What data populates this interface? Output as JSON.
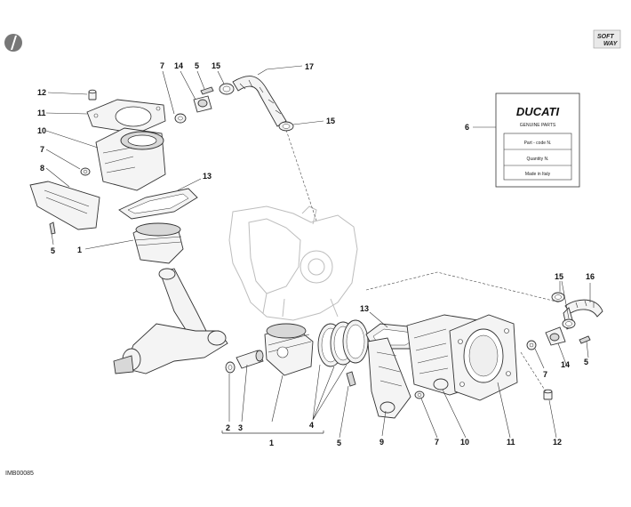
{
  "document": {
    "drawing_code": "IMB00085",
    "logo_text_top": "SOFT",
    "logo_text_bottom": "WAY"
  },
  "label_card": {
    "brand": "DUCATI",
    "title": "GENUINE PARTS",
    "rows": [
      "Part - code N.",
      "Quantity N.",
      "Made in Italy"
    ]
  },
  "callouts": [
    {
      "id": "c12-top",
      "text": "12"
    },
    {
      "id": "c11-top",
      "text": "11"
    },
    {
      "id": "c10-top",
      "text": "10"
    },
    {
      "id": "c7-left",
      "text": "7"
    },
    {
      "id": "c8",
      "text": "8"
    },
    {
      "id": "c5-left",
      "text": "5"
    },
    {
      "id": "c1-left",
      "text": "1"
    },
    {
      "id": "c7-top",
      "text": "7"
    },
    {
      "id": "c14-top",
      "text": "14"
    },
    {
      "id": "c5-top",
      "text": "5"
    },
    {
      "id": "c15-top",
      "text": "15"
    },
    {
      "id": "c17",
      "text": "17"
    },
    {
      "id": "c15-mid",
      "text": "15"
    },
    {
      "id": "c13-top",
      "text": "13"
    },
    {
      "id": "c6",
      "text": "6"
    },
    {
      "id": "c15-right",
      "text": "15"
    },
    {
      "id": "c16",
      "text": "16"
    },
    {
      "id": "c7-right",
      "text": "7"
    },
    {
      "id": "c14-right",
      "text": "14"
    },
    {
      "id": "c5-right",
      "text": "5"
    },
    {
      "id": "c13-mid",
      "text": "13"
    },
    {
      "id": "c2",
      "text": "2"
    },
    {
      "id": "c3",
      "text": "3"
    },
    {
      "id": "c4",
      "text": "4"
    },
    {
      "id": "c5-bottom",
      "text": "5"
    },
    {
      "id": "c9",
      "text": "9"
    },
    {
      "id": "c7-bottom",
      "text": "7"
    },
    {
      "id": "c10-bottom",
      "text": "10"
    },
    {
      "id": "c11-bottom",
      "text": "11"
    },
    {
      "id": "c12-bottom",
      "text": "12"
    },
    {
      "id": "c1-bottom",
      "text": "1"
    }
  ]
}
